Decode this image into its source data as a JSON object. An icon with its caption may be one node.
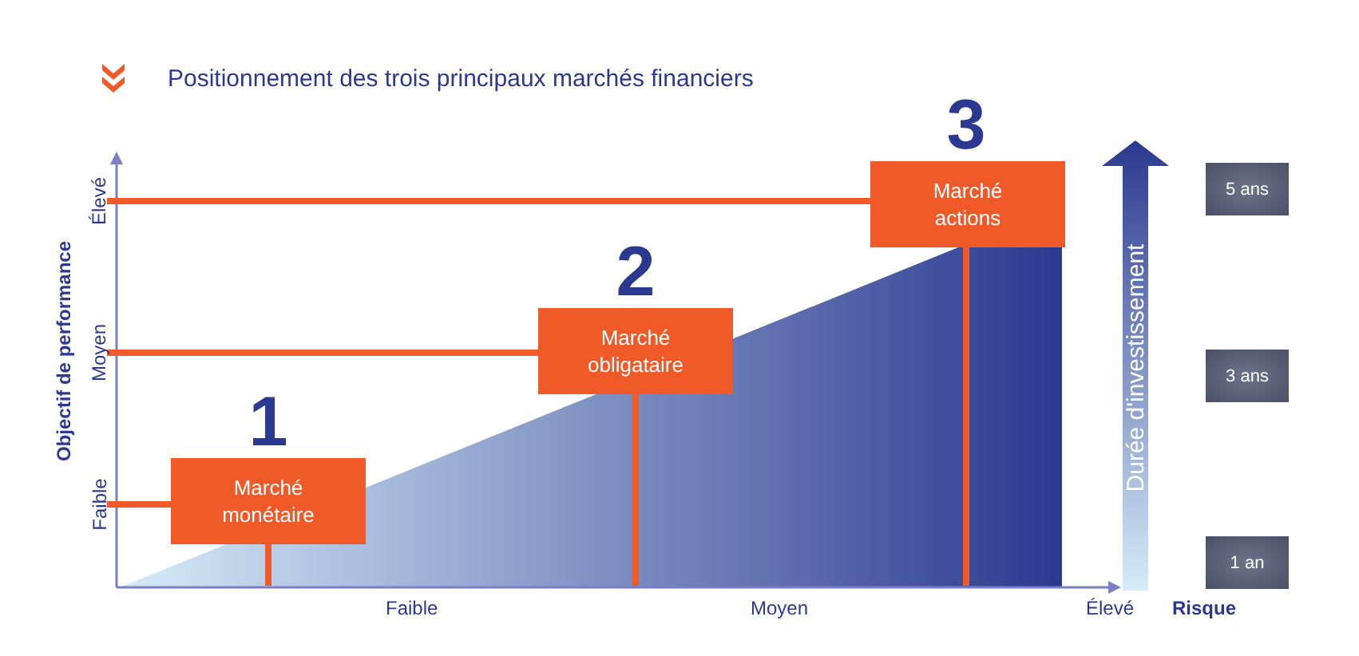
{
  "diagram": {
    "title": "Positionnement des trois principaux marchés financiers",
    "nodes": [
      {
        "text": [
          "3",
          "Marché actions"
        ]
      },
      {
        "text": [
          "5 ans"
        ]
      },
      {
        "text": [
          "2",
          "Marché obligataire"
        ]
      },
      {
        "text": [
          "3 ans"
        ]
      },
      {
        "text": [
          "1",
          "Marché monétaire"
        ]
      },
      {
        "text": [
          "1 an"
        ]
      },
      {
        "text": [
          "Élevé"
        ]
      },
      {
        "text": [
          "Moyen"
        ]
      },
      {
        "text": [
          "Faible"
        ]
      }
    ],
    "edges": [
      {
        "from": 6,
        "to": 0,
        "arrow": "none"
      },
      {
        "from": 7,
        "to": 2,
        "arrow": "none"
      },
      {
        "from": 8,
        "to": 4,
        "arrow": "none"
      }
    ],
    "labels": [
      "Objectif de performance",
      "Durée d'investissement",
      "Faible",
      "Moyen",
      "Élevé",
      "Risque"
    ]
  }
}
